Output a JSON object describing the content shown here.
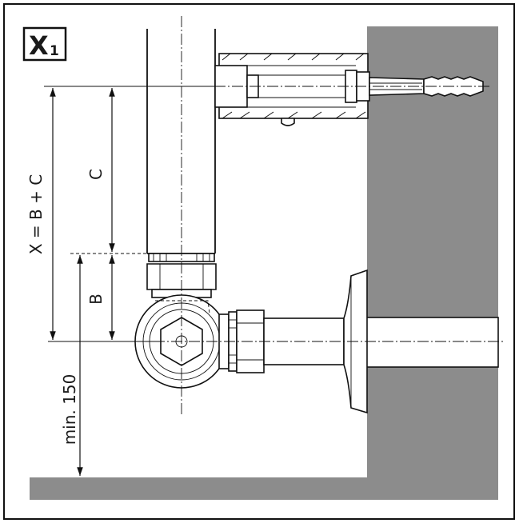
{
  "figure": {
    "badge_main": "X",
    "badge_sub": "1",
    "dimensions": {
      "x_label": "X = B + C",
      "c_label": "C",
      "b_label": "B",
      "min_label": "min. 150"
    }
  },
  "colors": {
    "wall": "#8c8c8c",
    "line": "#111111",
    "part_fill": "#ffffff"
  }
}
